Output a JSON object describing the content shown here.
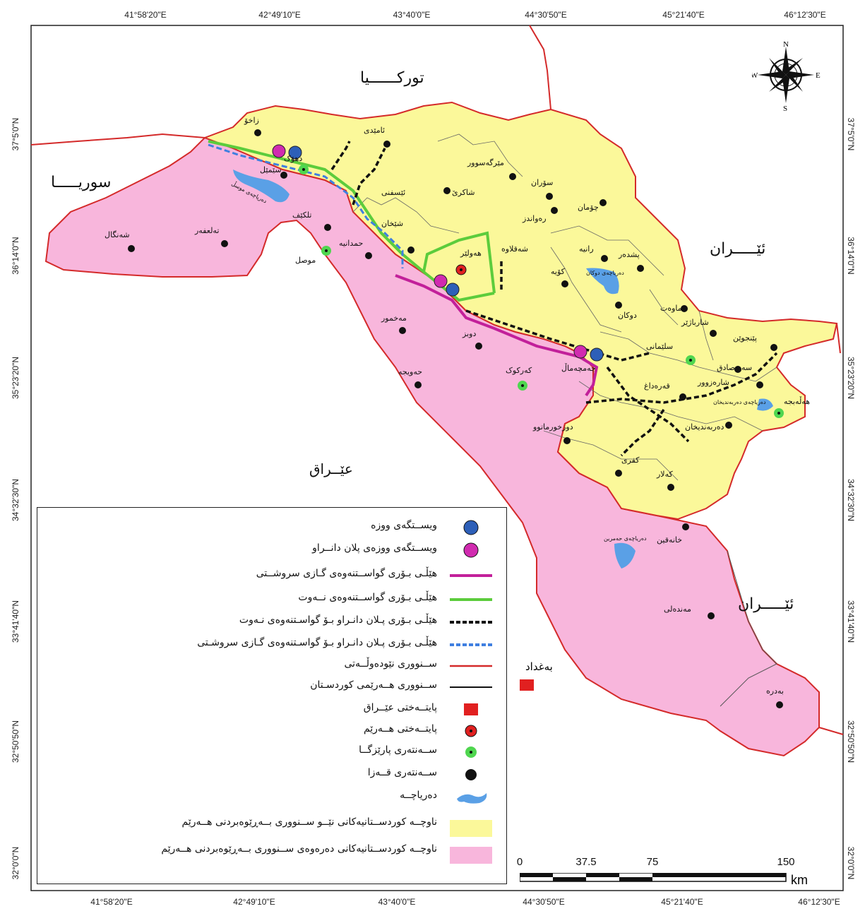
{
  "coords": {
    "top": [
      "41°58'20\"E",
      "42°49'10\"E",
      "43°40'0\"E",
      "44°30'50\"E",
      "45°21'40\"E",
      "46°12'30\"E"
    ],
    "bottom": [
      "41°58'20\"E",
      "42°49'10\"E",
      "43°40'0\"E",
      "44°30'50\"E",
      "45°21'40\"E",
      "46°12'30\"E"
    ],
    "left": [
      "37°5'0\"N",
      "36°14'0\"N",
      "35°23'20\"N",
      "34°32'30\"N",
      "33°41'40\"N",
      "32°50'50\"N",
      "32°0'0\"N"
    ],
    "right": [
      "37°5'0\"N",
      "36°14'0\"N",
      "35°23'20\"N",
      "34°32'30\"N",
      "33°41'40\"N",
      "32°50'50\"N",
      "32°0'0\"N"
    ]
  },
  "countries": {
    "turkey": "تورکــــــيا",
    "syria": "سوريـــــا",
    "iran_north": "ئێـــــران",
    "iran_south": "ئێـــــران",
    "iraq": "عێــراق"
  },
  "cities": [
    {
      "name": "زاخۆ"
    },
    {
      "name": "ئامێدی"
    },
    {
      "name": "دهۆک"
    },
    {
      "name": "سێمێل"
    },
    {
      "name": "مێرگەسوور"
    },
    {
      "name": "سۆران"
    },
    {
      "name": "چۆمان"
    },
    {
      "name": "شاکرێ"
    },
    {
      "name": "ئێسفنی"
    },
    {
      "name": "رەواندز"
    },
    {
      "name": "شەنگال"
    },
    {
      "name": "تەلعفەر"
    },
    {
      "name": "تلكێف"
    },
    {
      "name": "موصل"
    },
    {
      "name": "شێخان"
    },
    {
      "name": "حمدانیە"
    },
    {
      "name": "هەولێر"
    },
    {
      "name": "شەقلاوە"
    },
    {
      "name": "رانیە"
    },
    {
      "name": "پشدەر"
    },
    {
      "name": "کۆیە"
    },
    {
      "name": "مەخمور"
    },
    {
      "name": "دوکان"
    },
    {
      "name": "ماوەت"
    },
    {
      "name": "شارباژێر"
    },
    {
      "name": "پێنجوێن"
    },
    {
      "name": "دوبز"
    },
    {
      "name": "سلێمانی"
    },
    {
      "name": "چەمچەماڵ"
    },
    {
      "name": "سەیدصادق"
    },
    {
      "name": "شارەزوور"
    },
    {
      "name": "حەویجە"
    },
    {
      "name": "کەرکوک"
    },
    {
      "name": "قەرەداغ"
    },
    {
      "name": "هەڵەبجە"
    },
    {
      "name": "دوزخورماتوو"
    },
    {
      "name": "دەربەندیخان"
    },
    {
      "name": "کفری"
    },
    {
      "name": "کەلار"
    },
    {
      "name": "خانەقین"
    },
    {
      "name": "مەندەلی"
    },
    {
      "name": "بەدرە"
    }
  ],
  "lake_labels": [
    "دەریاچەی موسڵ",
    "دەریاچەی دوکان",
    "دەریاچەی دەربەندیخان",
    "دەریاچەی حەمرین"
  ],
  "capital_label": "بەغداد",
  "legend": [
    {
      "symbol": "power-station",
      "label": "ويســتگەی ووزە"
    },
    {
      "symbol": "planned-station",
      "label": "ويســتگەی ووزەی پلان دانــراو"
    },
    {
      "symbol": "gas-pipeline",
      "label": "هێڵـی بـۆری گواســتنەوەی گـازی سروشــتی"
    },
    {
      "symbol": "oil-pipeline",
      "label": "هێڵـی بـۆری گواســتنەوەی نــەوت"
    },
    {
      "symbol": "planned-oil",
      "label": "هێڵـی بـۆری پـلان دانـراو بـۆ گواسـتنەوەی نـەوت"
    },
    {
      "symbol": "planned-gas",
      "label": "هێڵـی بـۆری پـلان دانـراو بـۆ گواسـتنەوەی گـازی سروشـتی"
    },
    {
      "symbol": "intl-border",
      "label": "ســنووری نێودەوڵــەتی"
    },
    {
      "symbol": "region-border",
      "label": "ســنووری هــەرێمی کوردسـتان"
    },
    {
      "symbol": "iraq-capital",
      "label": "پايتــەختی عێــراق"
    },
    {
      "symbol": "region-capital",
      "label": "پايتــەختی هــەرێم"
    },
    {
      "symbol": "province-center",
      "label": "ســەنتەری پارێزگــا"
    },
    {
      "symbol": "district-center",
      "label": "ســەنتەری قــەزا"
    },
    {
      "symbol": "lake",
      "label": "دەرياچــە"
    },
    {
      "symbol": "yellow-area",
      "label": "ناوچــە کوردســتانيەکانی نێــو ســنووری بــەڕێوەبردنی هــەرێم"
    },
    {
      "symbol": "pink-area",
      "label": "ناوچــە کوردســتانيەکانی دەرەوەی ســنووری بــەڕێوەبردنی هــەرێم"
    }
  ],
  "scale": {
    "ticks": [
      "0",
      "37.5",
      "75",
      "150"
    ],
    "unit": "km"
  },
  "compass": {
    "n": "N",
    "s": "S",
    "e": "E",
    "w": "W"
  },
  "colors": {
    "region_yellow": "#fbf89a",
    "disputed_pink": "#f8b6dc",
    "intl_border": "#d42a2a",
    "gas_pipe": "#c2209a",
    "oil_pipe": "#5ccc3c",
    "planned_oil": "#111111",
    "planned_gas": "#3f7fe0",
    "lake": "#5aa0e6",
    "station_blue": "#2d5fb8",
    "station_pink": "#d12bb0",
    "region_capital": "#e12020",
    "province_center": "#4fd64f"
  }
}
